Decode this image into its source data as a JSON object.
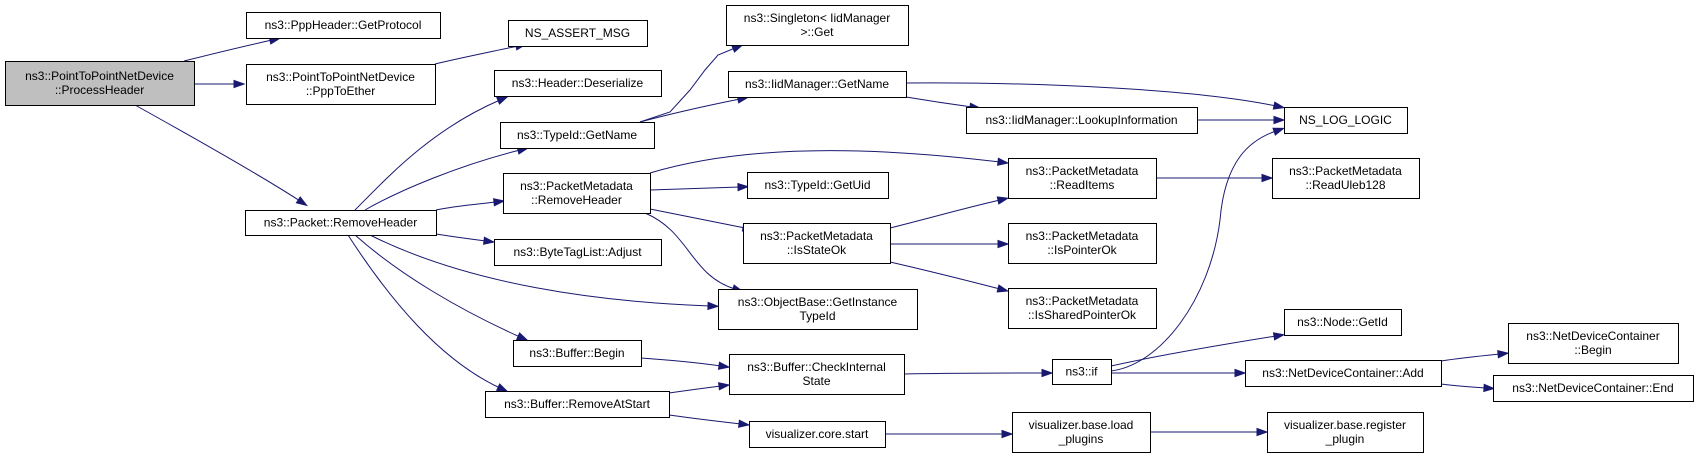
{
  "diagram": {
    "type": "call-graph",
    "colors": {
      "edge": "#191970",
      "root_fill": "#bfbfbf",
      "node_fill": "#ffffff",
      "node_border": "#000000"
    },
    "nodes": [
      {
        "id": "processheader",
        "lines": [
          "ns3::PointToPointNetDevice",
          "::ProcessHeader"
        ],
        "root": true
      },
      {
        "id": "getprotocol",
        "lines": [
          "ns3::PppHeader::GetProtocol"
        ]
      },
      {
        "id": "ppptoether",
        "lines": [
          "ns3::PointToPointNetDevice",
          "::PppToEther"
        ]
      },
      {
        "id": "packet-removeheader",
        "lines": [
          "ns3::Packet::RemoveHeader"
        ]
      },
      {
        "id": "ns-assert-msg",
        "lines": [
          "NS_ASSERT_MSG"
        ]
      },
      {
        "id": "header-deserialize",
        "lines": [
          "ns3::Header::Deserialize"
        ]
      },
      {
        "id": "typeid-getname",
        "lines": [
          "ns3::TypeId::GetName"
        ]
      },
      {
        "id": "pm-removeheader",
        "lines": [
          "ns3::PacketMetadata",
          "::RemoveHeader"
        ]
      },
      {
        "id": "bytetaglist-adjust",
        "lines": [
          "ns3::ByteTagList::Adjust"
        ]
      },
      {
        "id": "objectbase-getinstancetypeid",
        "lines": [
          "ns3::ObjectBase::GetInstance",
          "TypeId"
        ]
      },
      {
        "id": "buffer-begin",
        "lines": [
          "ns3::Buffer::Begin"
        ]
      },
      {
        "id": "buffer-removeatstart",
        "lines": [
          "ns3::Buffer::RemoveAtStart"
        ]
      },
      {
        "id": "singleton-get",
        "lines": [
          "ns3::Singleton< IidManager",
          ">::Get"
        ]
      },
      {
        "id": "iidmanager-getname",
        "lines": [
          "ns3::IidManager::GetName"
        ]
      },
      {
        "id": "typeid-getuid",
        "lines": [
          "ns3::TypeId::GetUid"
        ]
      },
      {
        "id": "pm-isstateok",
        "lines": [
          "ns3::PacketMetadata",
          "::IsStateOk"
        ]
      },
      {
        "id": "buffer-checkinternalstate",
        "lines": [
          "ns3::Buffer::CheckInternal",
          "State"
        ]
      },
      {
        "id": "visualizer-core-start",
        "lines": [
          "visualizer.core.start"
        ]
      },
      {
        "id": "iidmanager-lookupinformation",
        "lines": [
          "ns3::IidManager::LookupInformation"
        ]
      },
      {
        "id": "pm-readitems",
        "lines": [
          "ns3::PacketMetadata",
          "::ReadItems"
        ]
      },
      {
        "id": "pm-ispointerok",
        "lines": [
          "ns3::PacketMetadata",
          "::IsPointerOk"
        ]
      },
      {
        "id": "pm-issharedpointerok",
        "lines": [
          "ns3::PacketMetadata",
          "::IsSharedPointerOk"
        ]
      },
      {
        "id": "ns3-if",
        "lines": [
          "ns3::if"
        ]
      },
      {
        "id": "visualizer-base-load-plugins",
        "lines": [
          "visualizer.base.load",
          "_plugins"
        ]
      },
      {
        "id": "ns-log-logic",
        "lines": [
          "NS_LOG_LOGIC"
        ]
      },
      {
        "id": "pm-readuleb128",
        "lines": [
          "ns3::PacketMetadata",
          "::ReadUleb128"
        ]
      },
      {
        "id": "node-getid",
        "lines": [
          "ns3::Node::GetId"
        ]
      },
      {
        "id": "netdevicecontainer-add",
        "lines": [
          "ns3::NetDeviceContainer::Add"
        ]
      },
      {
        "id": "visualizer-base-register-plugin",
        "lines": [
          "visualizer.base.register",
          "_plugin"
        ]
      },
      {
        "id": "netdevicecontainer-begin",
        "lines": [
          "ns3::NetDeviceContainer",
          "::Begin"
        ]
      },
      {
        "id": "netdevicecontainer-end",
        "lines": [
          "ns3::NetDeviceContainer::End"
        ]
      }
    ],
    "edges": [
      {
        "from": "processheader",
        "to": "getprotocol"
      },
      {
        "from": "processheader",
        "to": "ppptoether"
      },
      {
        "from": "processheader",
        "to": "packet-removeheader"
      },
      {
        "from": "ppptoether",
        "to": "ns-assert-msg"
      },
      {
        "from": "packet-removeheader",
        "to": "header-deserialize"
      },
      {
        "from": "packet-removeheader",
        "to": "typeid-getname"
      },
      {
        "from": "packet-removeheader",
        "to": "pm-removeheader"
      },
      {
        "from": "packet-removeheader",
        "to": "bytetaglist-adjust"
      },
      {
        "from": "packet-removeheader",
        "to": "objectbase-getinstancetypeid"
      },
      {
        "from": "packet-removeheader",
        "to": "buffer-begin"
      },
      {
        "from": "packet-removeheader",
        "to": "buffer-removeatstart"
      },
      {
        "from": "typeid-getname",
        "to": "singleton-get"
      },
      {
        "from": "typeid-getname",
        "to": "iidmanager-getname"
      },
      {
        "from": "iidmanager-getname",
        "to": "ns-log-logic"
      },
      {
        "from": "iidmanager-getname",
        "to": "iidmanager-lookupinformation"
      },
      {
        "from": "iidmanager-lookupinformation",
        "to": "ns-log-logic"
      },
      {
        "from": "pm-removeheader",
        "to": "pm-readitems"
      },
      {
        "from": "pm-removeheader",
        "to": "typeid-getuid"
      },
      {
        "from": "pm-removeheader",
        "to": "pm-isstateok"
      },
      {
        "from": "pm-removeheader",
        "to": "objectbase-getinstancetypeid"
      },
      {
        "from": "pm-isstateok",
        "to": "pm-readitems"
      },
      {
        "from": "pm-isstateok",
        "to": "pm-ispointerok"
      },
      {
        "from": "pm-isstateok",
        "to": "pm-issharedpointerok"
      },
      {
        "from": "pm-readitems",
        "to": "pm-readuleb128"
      },
      {
        "from": "buffer-begin",
        "to": "buffer-checkinternalstate"
      },
      {
        "from": "buffer-removeatstart",
        "to": "buffer-checkinternalstate"
      },
      {
        "from": "buffer-removeatstart",
        "to": "visualizer-core-start"
      },
      {
        "from": "buffer-checkinternalstate",
        "to": "ns3-if"
      },
      {
        "from": "ns3-if",
        "to": "ns-log-logic"
      },
      {
        "from": "ns3-if",
        "to": "node-getid"
      },
      {
        "from": "ns3-if",
        "to": "netdevicecontainer-add"
      },
      {
        "from": "netdevicecontainer-add",
        "to": "netdevicecontainer-begin"
      },
      {
        "from": "netdevicecontainer-add",
        "to": "netdevicecontainer-end"
      },
      {
        "from": "visualizer-core-start",
        "to": "visualizer-base-load-plugins"
      },
      {
        "from": "visualizer-base-load-plugins",
        "to": "visualizer-base-register-plugin"
      }
    ]
  }
}
